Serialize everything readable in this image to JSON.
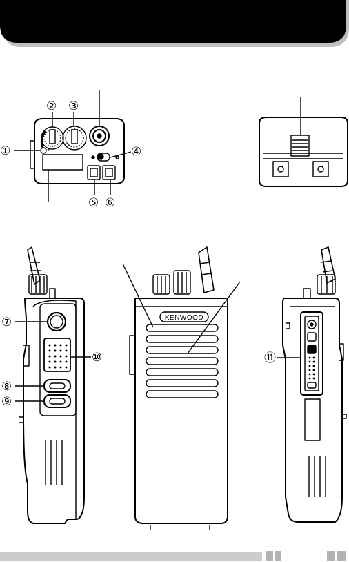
{
  "header": {
    "fill": "#000000",
    "shadow": "#bfbfbf"
  },
  "brand": {
    "label": "KENWOOD"
  },
  "callouts": [
    {
      "id": "1",
      "glyph": "①"
    },
    {
      "id": "2",
      "glyph": "②"
    },
    {
      "id": "3",
      "glyph": "③"
    },
    {
      "id": "4",
      "glyph": "④"
    },
    {
      "id": "5",
      "glyph": "⑤"
    },
    {
      "id": "6",
      "glyph": "⑥"
    },
    {
      "id": "7",
      "glyph": "⑦"
    },
    {
      "id": "8",
      "glyph": "⑧"
    },
    {
      "id": "9",
      "glyph": "⑨"
    },
    {
      "id": "10",
      "glyph": "⑩"
    },
    {
      "id": "11",
      "glyph": "⑪"
    }
  ],
  "footer": {
    "bar_color": "#cccccc",
    "block_color": "#b3b3b3"
  }
}
